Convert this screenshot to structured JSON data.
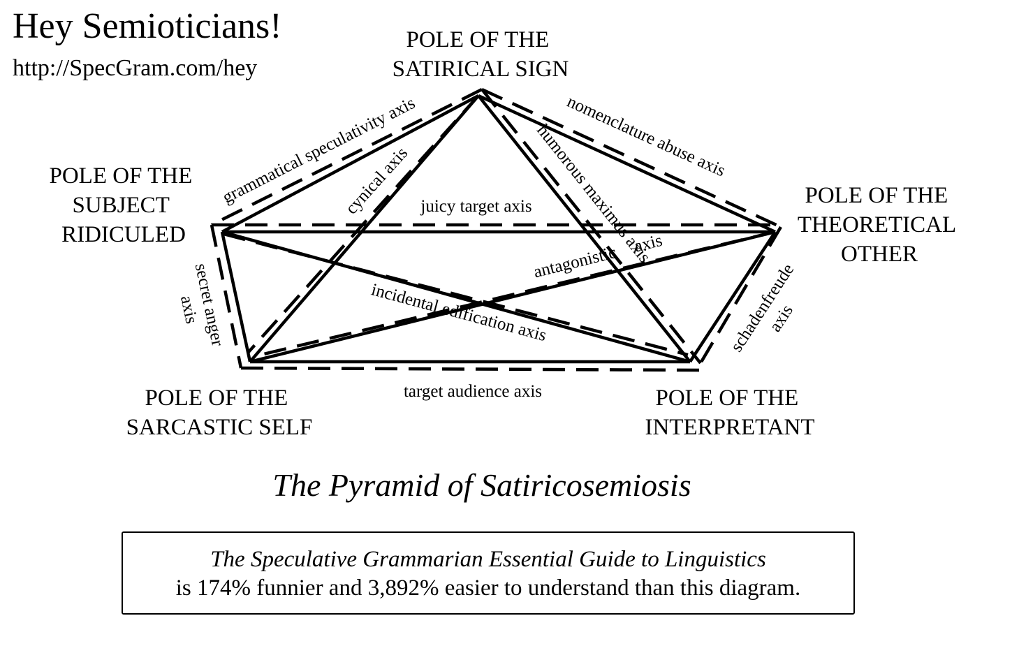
{
  "header": {
    "title": "Hey Semioticians!",
    "url": "http://SpecGram.com/hey"
  },
  "poles": {
    "satirical_sign": [
      "POLE OF THE",
      "SATIRICAL SIGN"
    ],
    "subject_ridiculed": [
      "POLE OF THE",
      "SUBJECT",
      "RIDICULED"
    ],
    "theoretical_other": [
      "POLE OF THE",
      "THEORETICAL",
      "OTHER"
    ],
    "sarcastic_self": [
      "POLE OF THE",
      "SARCASTIC SELF"
    ],
    "interpretant": [
      "POLE OF THE",
      "INTERPRETANT"
    ]
  },
  "axes": {
    "grammatical_speculativity": "grammatical speculativity axis",
    "nomenclature_abuse": "nomenclature abuse axis",
    "cynical": "cynical axis",
    "humorous_maximus": "humorous maximus axis",
    "juicy_target": "juicy target axis",
    "antagonistic_1": "antagonistic",
    "antagonistic_2": "axis",
    "incidental_edification": "incidental edification axis",
    "secret_anger_1": "secret anger",
    "secret_anger_2": "axis",
    "schadenfreude_1": "schadenfreude",
    "schadenfreude_2": "axis",
    "target_audience": "target audience axis"
  },
  "diagram_title": "The Pyramid of Satiricosemiosis",
  "footer": {
    "line1": "The Speculative Grammarian Essential Guide to Linguistics",
    "line2": "is 174% funnier and 3,892% easier to understand than this diagram."
  }
}
